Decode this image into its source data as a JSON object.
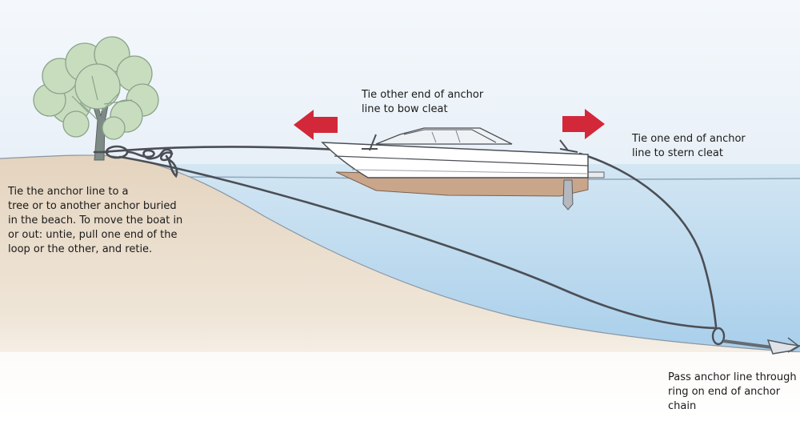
{
  "labels": {
    "bow": [
      "Tie other end of anchor",
      "line to bow cleat"
    ],
    "stern": [
      "Tie one end of anchor",
      "line to stern cleat"
    ],
    "shore": [
      "Tie the anchor line to a",
      "tree or to another anchor buried",
      "in the beach.  To move the boat in",
      "or out: untie, pull one end of the",
      "loop or the other, and retie."
    ],
    "ring": [
      "Pass anchor line through",
      "ring on end of anchor",
      "chain"
    ]
  },
  "colors": {
    "sky": "#dbe7f2",
    "water": "#bcd9ee",
    "sand": "#e5d7c3",
    "arrow": "#d3283a",
    "rope": "#4b4f55",
    "tree": "#c7ddbf",
    "hull_bottom": "#c9a58a"
  },
  "icons": {
    "left_arrow": "red-left-arrow-icon",
    "right_arrow": "red-right-arrow-icon"
  }
}
